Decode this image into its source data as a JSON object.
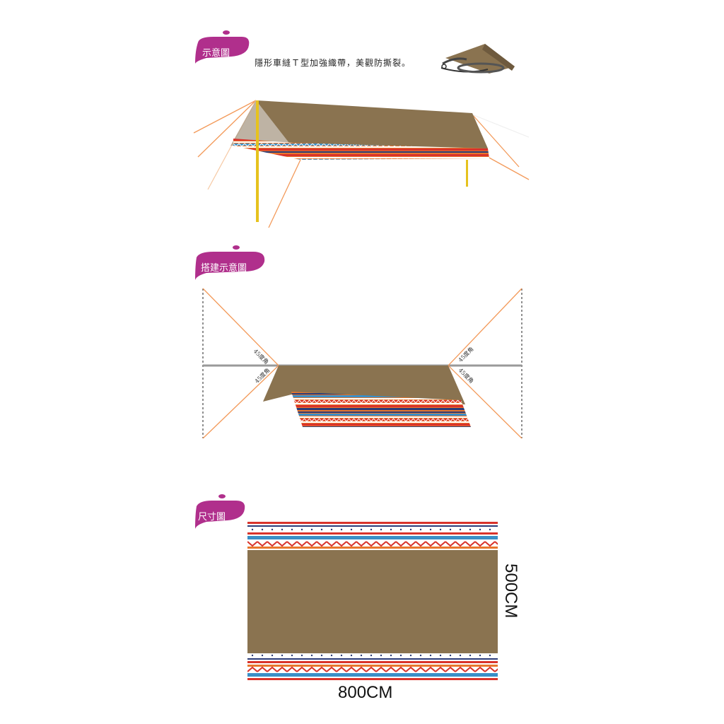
{
  "sections": {
    "overview": {
      "badge": "示意圖"
    },
    "setup": {
      "badge": "搭建示意圖"
    },
    "size": {
      "badge": "尺寸圖"
    }
  },
  "overview": {
    "caption": "隱形車縫Ｔ型加強織帶，美觀防撕裂。"
  },
  "setup": {
    "angle_label": "45度角"
  },
  "size": {
    "width_label": "800CM",
    "height_label": "500CM"
  },
  "colors": {
    "badge": "#b02f8c",
    "tarp": "#8a7350",
    "tarp_dark": "#6e5a3e",
    "guyline": "#f39a5a",
    "pole": "#e6c21e",
    "ridge": "#9a9a9a",
    "stripe_red": "#d9332b",
    "stripe_orange": "#e8762c",
    "stripe_blue": "#3a8fc7",
    "stripe_navy": "#2b3b78",
    "stripe_white": "#ffffff"
  }
}
